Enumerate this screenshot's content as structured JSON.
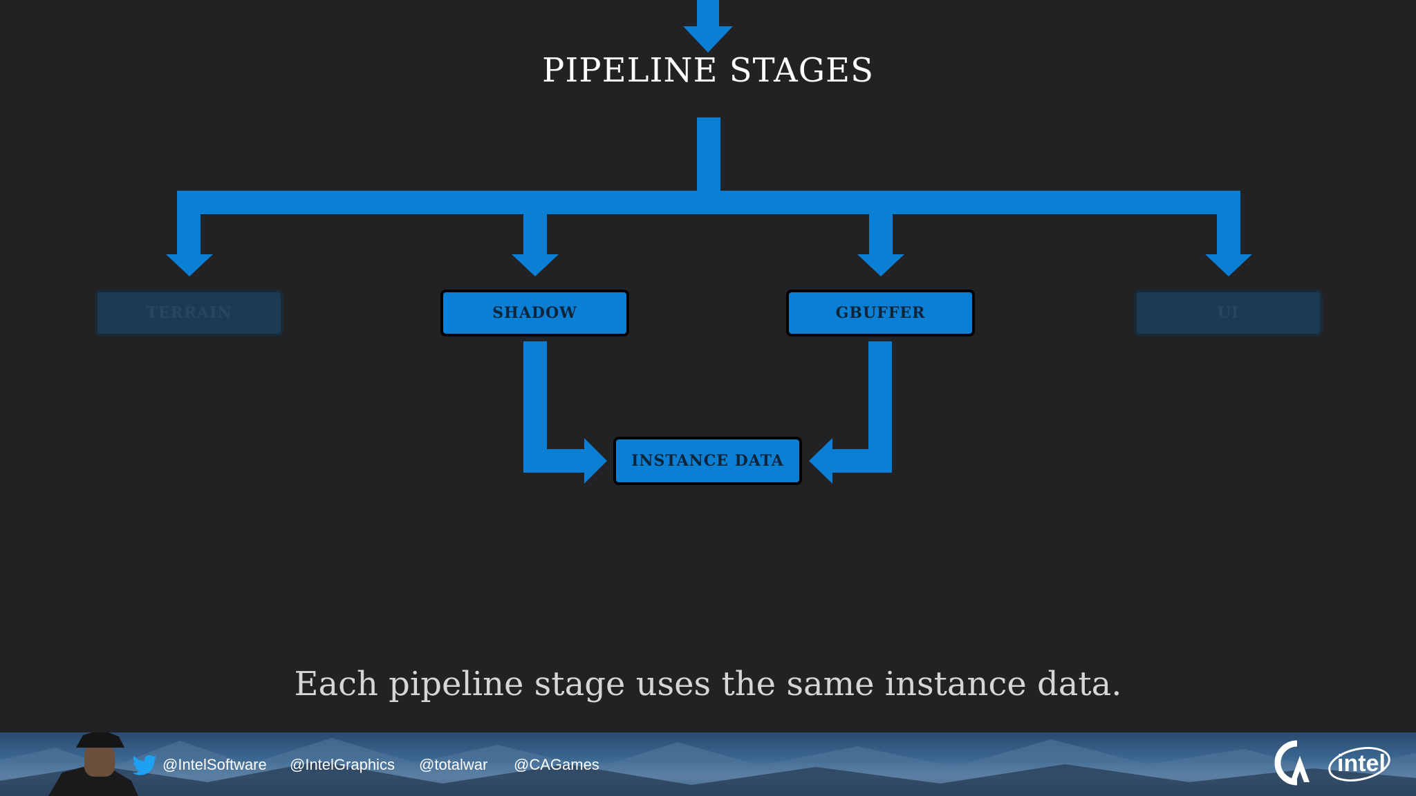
{
  "diagram": {
    "title": "PIPELINE STAGES",
    "stages": [
      {
        "label": "TERRAIN",
        "faded": true
      },
      {
        "label": "SHADOW",
        "faded": false
      },
      {
        "label": "GBUFFER",
        "faded": false
      },
      {
        "label": "UI",
        "faded": true
      }
    ],
    "target": "INSTANCE DATA",
    "caption": "Each pipeline stage uses the same instance data.",
    "arrow_color": "#0a7fd4"
  },
  "footer": {
    "handles": [
      "@IntelSoftware",
      "@IntelGraphics",
      "@totalwar",
      "@CAGames"
    ],
    "brand": "intel",
    "icons": [
      "character-portrait",
      "twitter-bird-icon",
      "creative-assembly-logo",
      "intel-logo"
    ]
  }
}
